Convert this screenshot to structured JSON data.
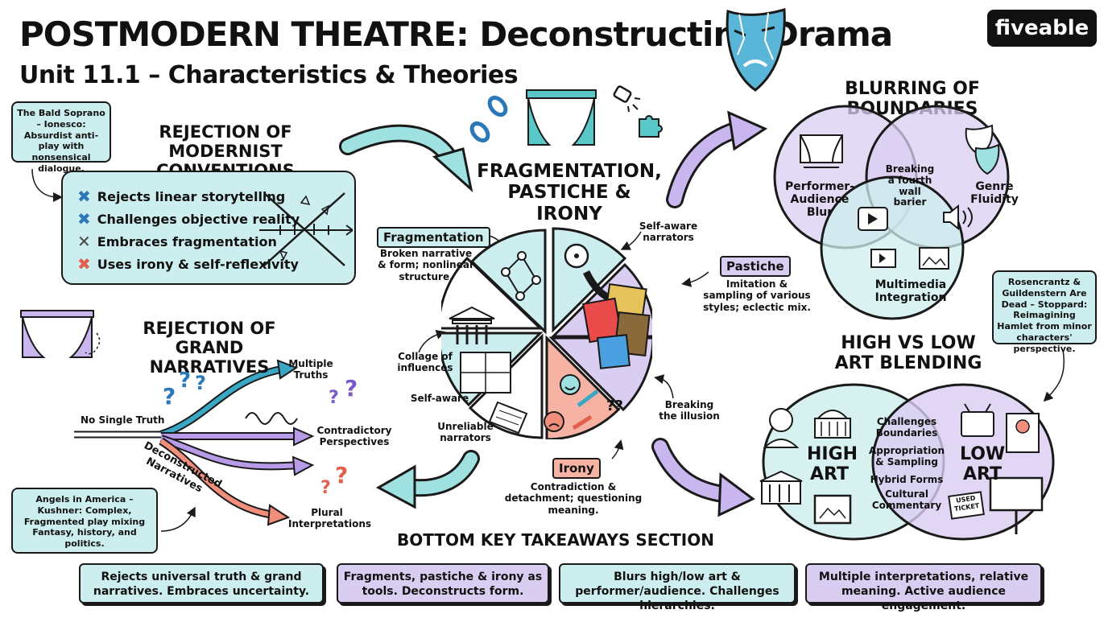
{
  "header": {
    "title": "POSTMODERN THEATRE: Deconstructing Drama",
    "subtitle": "Unit 11.1 – Characteristics & Theories",
    "logo": "fiveable"
  },
  "rejection_modernist": {
    "note": "The Bald Soprano – Ionesco: Absurdist anti-play with nonsensical dialogue.",
    "heading": "REJECTION OF MODERNIST CONVENTIONS",
    "items": [
      {
        "mark": "✖",
        "text": "Rejects linear storytelling",
        "color": "#2a78b8"
      },
      {
        "mark": "✖",
        "text": "Challenges objective reality",
        "color": "#2a78b8"
      },
      {
        "mark": "✕",
        "text": "Embraces fragmentation",
        "color": "#444444"
      },
      {
        "mark": "✖",
        "text": "Uses irony & self-reflexivity",
        "color": "#e0604c"
      }
    ]
  },
  "fragmentation": {
    "heading": "FRAGMENTATION, PASTICHE & IRONY",
    "tag_fragmentation": "Fragmentation",
    "desc_fragmentation": "Broken narrative & form; nonlinear structure.",
    "self_aware_narrators": "Self-aware narrators",
    "tag_pastiche": "Pastiche",
    "desc_pastiche": "Imitation & sampling of various styles; eclectic mix.",
    "collage": "Collage of influences",
    "self_aware": "Self-aware",
    "unreliable": "Unreliable narrators",
    "breaking": "Breaking the illusion",
    "tag_irony": "Irony",
    "desc_irony": "Contradiction & detachment; questioning meaning.",
    "question_marks": "??"
  },
  "grand_narratives": {
    "heading": "REJECTION OF GRAND NARRATIVES",
    "no_single_truth": "No Single Truth",
    "multiple_truths": "Multiple Truths",
    "contradictory": "Contradictory Perspectives",
    "deconstructed": "Deconstructed Narratives",
    "plural": "Plural Interpretations",
    "note": "Angels in America – Kushner: Complex, Fragmented play mixing Fantasy, history, and politics.",
    "q": "?"
  },
  "boundaries": {
    "heading": "BLURRING OF BOUNDARIES",
    "performer": "Performer-Audience Blur",
    "genre": "Genre Fluidity",
    "center": "Breaking a fourth wall barier",
    "multimedia": "Multimedia Integration"
  },
  "high_low": {
    "note": "Rosencrantz & Guildenstern Are Dead – Stoppard: Reimagining Hamlet from minor characters' perspective.",
    "heading": "HIGH VS LOW ART BLENDING",
    "high": "HIGH ART",
    "low": "LOW ART",
    "center": [
      "Challenges Boundaries",
      "Appropriation & Sampling",
      "Hybrid Forms",
      "Cultural Commentary"
    ],
    "ticket": "USED TICKET"
  },
  "takeaways": {
    "heading": "BOTTOM KEY TAKEAWAYS SECTION",
    "items": [
      {
        "text": "Rejects universal truth & grand narratives. Embraces uncertainty.",
        "color": "#cdeeee"
      },
      {
        "text": "Fragments, pastiche & irony as tools. Deconstructs form.",
        "color": "#d9cdf2"
      },
      {
        "text": "Blurs high/low art & performer/audience. Challenges hierarchies.",
        "color": "#cdeeee"
      },
      {
        "text": "Multiple interpretations, relative meaning. Active audience engagement.",
        "color": "#d9cdf2"
      }
    ]
  },
  "colors": {
    "teal": "#cdeeee",
    "purple": "#d9cdf2",
    "salmon": "#f6b3a3",
    "blue": "#2a78b8",
    "dark": "#1a1a1a"
  }
}
